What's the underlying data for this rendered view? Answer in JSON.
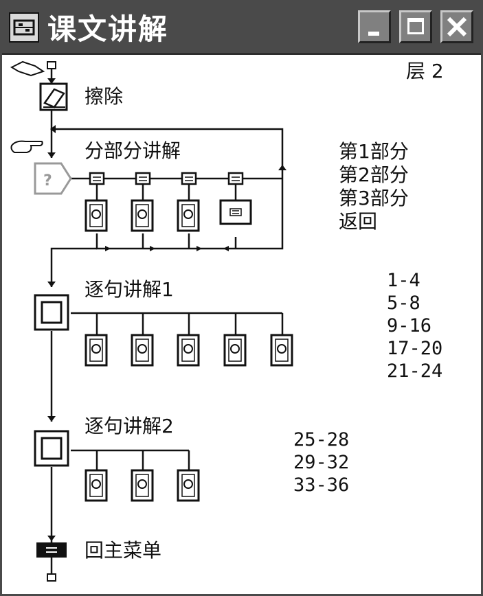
{
  "window": {
    "title": "课文讲解"
  },
  "layer": {
    "label": "层 2"
  },
  "flow": {
    "erase": "擦除",
    "section_framework": "分部分讲解",
    "section_options": [
      "第1部分",
      "第2部分",
      "第3部分",
      "返回"
    ],
    "sentence1": "逐句讲解1",
    "sentence1_ranges": [
      "1-4",
      "5-8",
      "9-16",
      "17-20",
      "21-24"
    ],
    "sentence2": "逐句讲解2",
    "sentence2_ranges": [
      "25-28",
      "29-32",
      "33-36"
    ],
    "main_menu": "回主菜单"
  }
}
